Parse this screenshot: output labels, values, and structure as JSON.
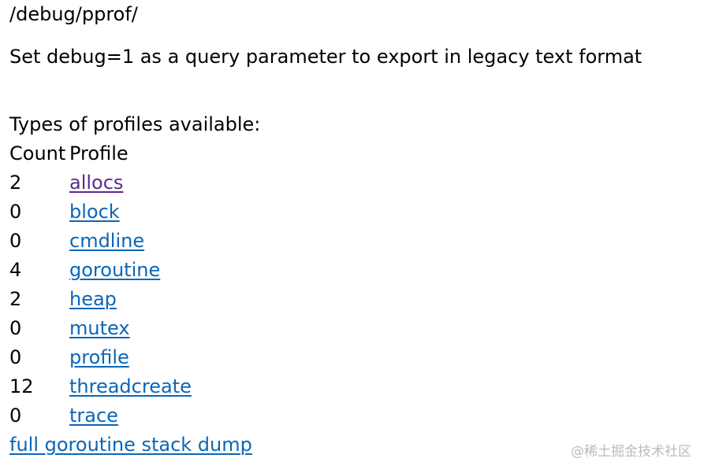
{
  "page": {
    "title": "/debug/pprof/",
    "description": "Set debug=1 as a query parameter to export in legacy text format",
    "types_heading": "Types of profiles available:"
  },
  "table": {
    "headers": {
      "count": "Count",
      "profile": "Profile"
    },
    "rows": [
      {
        "count": "2",
        "profile": "allocs",
        "visited": true
      },
      {
        "count": "0",
        "profile": "block",
        "visited": false
      },
      {
        "count": "0",
        "profile": "cmdline",
        "visited": false
      },
      {
        "count": "4",
        "profile": "goroutine",
        "visited": false
      },
      {
        "count": "2",
        "profile": "heap",
        "visited": false
      },
      {
        "count": "0",
        "profile": "mutex",
        "visited": false
      },
      {
        "count": "0",
        "profile": "profile",
        "visited": false
      },
      {
        "count": "12",
        "profile": "threadcreate",
        "visited": false
      },
      {
        "count": "0",
        "profile": "trace",
        "visited": false
      }
    ]
  },
  "footer_link": "full goroutine stack dump",
  "watermark": "@稀土掘金技术社区",
  "colors": {
    "link": "#0b66b8",
    "visited_link": "#5c2a8c",
    "text": "#000000",
    "watermark": "#b7bcc4"
  }
}
